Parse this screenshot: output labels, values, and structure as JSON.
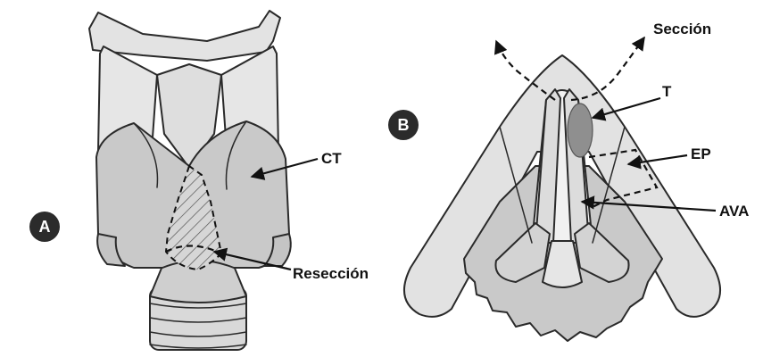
{
  "panels": {
    "a": {
      "badge": "A",
      "labels": {
        "ct": "CT",
        "reseccion": "Resección"
      }
    },
    "b": {
      "badge": "B",
      "labels": {
        "seccion": "Sección",
        "t": "T",
        "ep": "EP",
        "ava": "AVA"
      }
    }
  },
  "colors": {
    "cartilage_light": "#e6e6e6",
    "cartilage_mid": "#cdcdcd",
    "cartilage_dark": "#b8b8b8",
    "tumor": "#8f8f8f",
    "badge": "#2b2b2b",
    "outline": "#2a2a2a"
  }
}
